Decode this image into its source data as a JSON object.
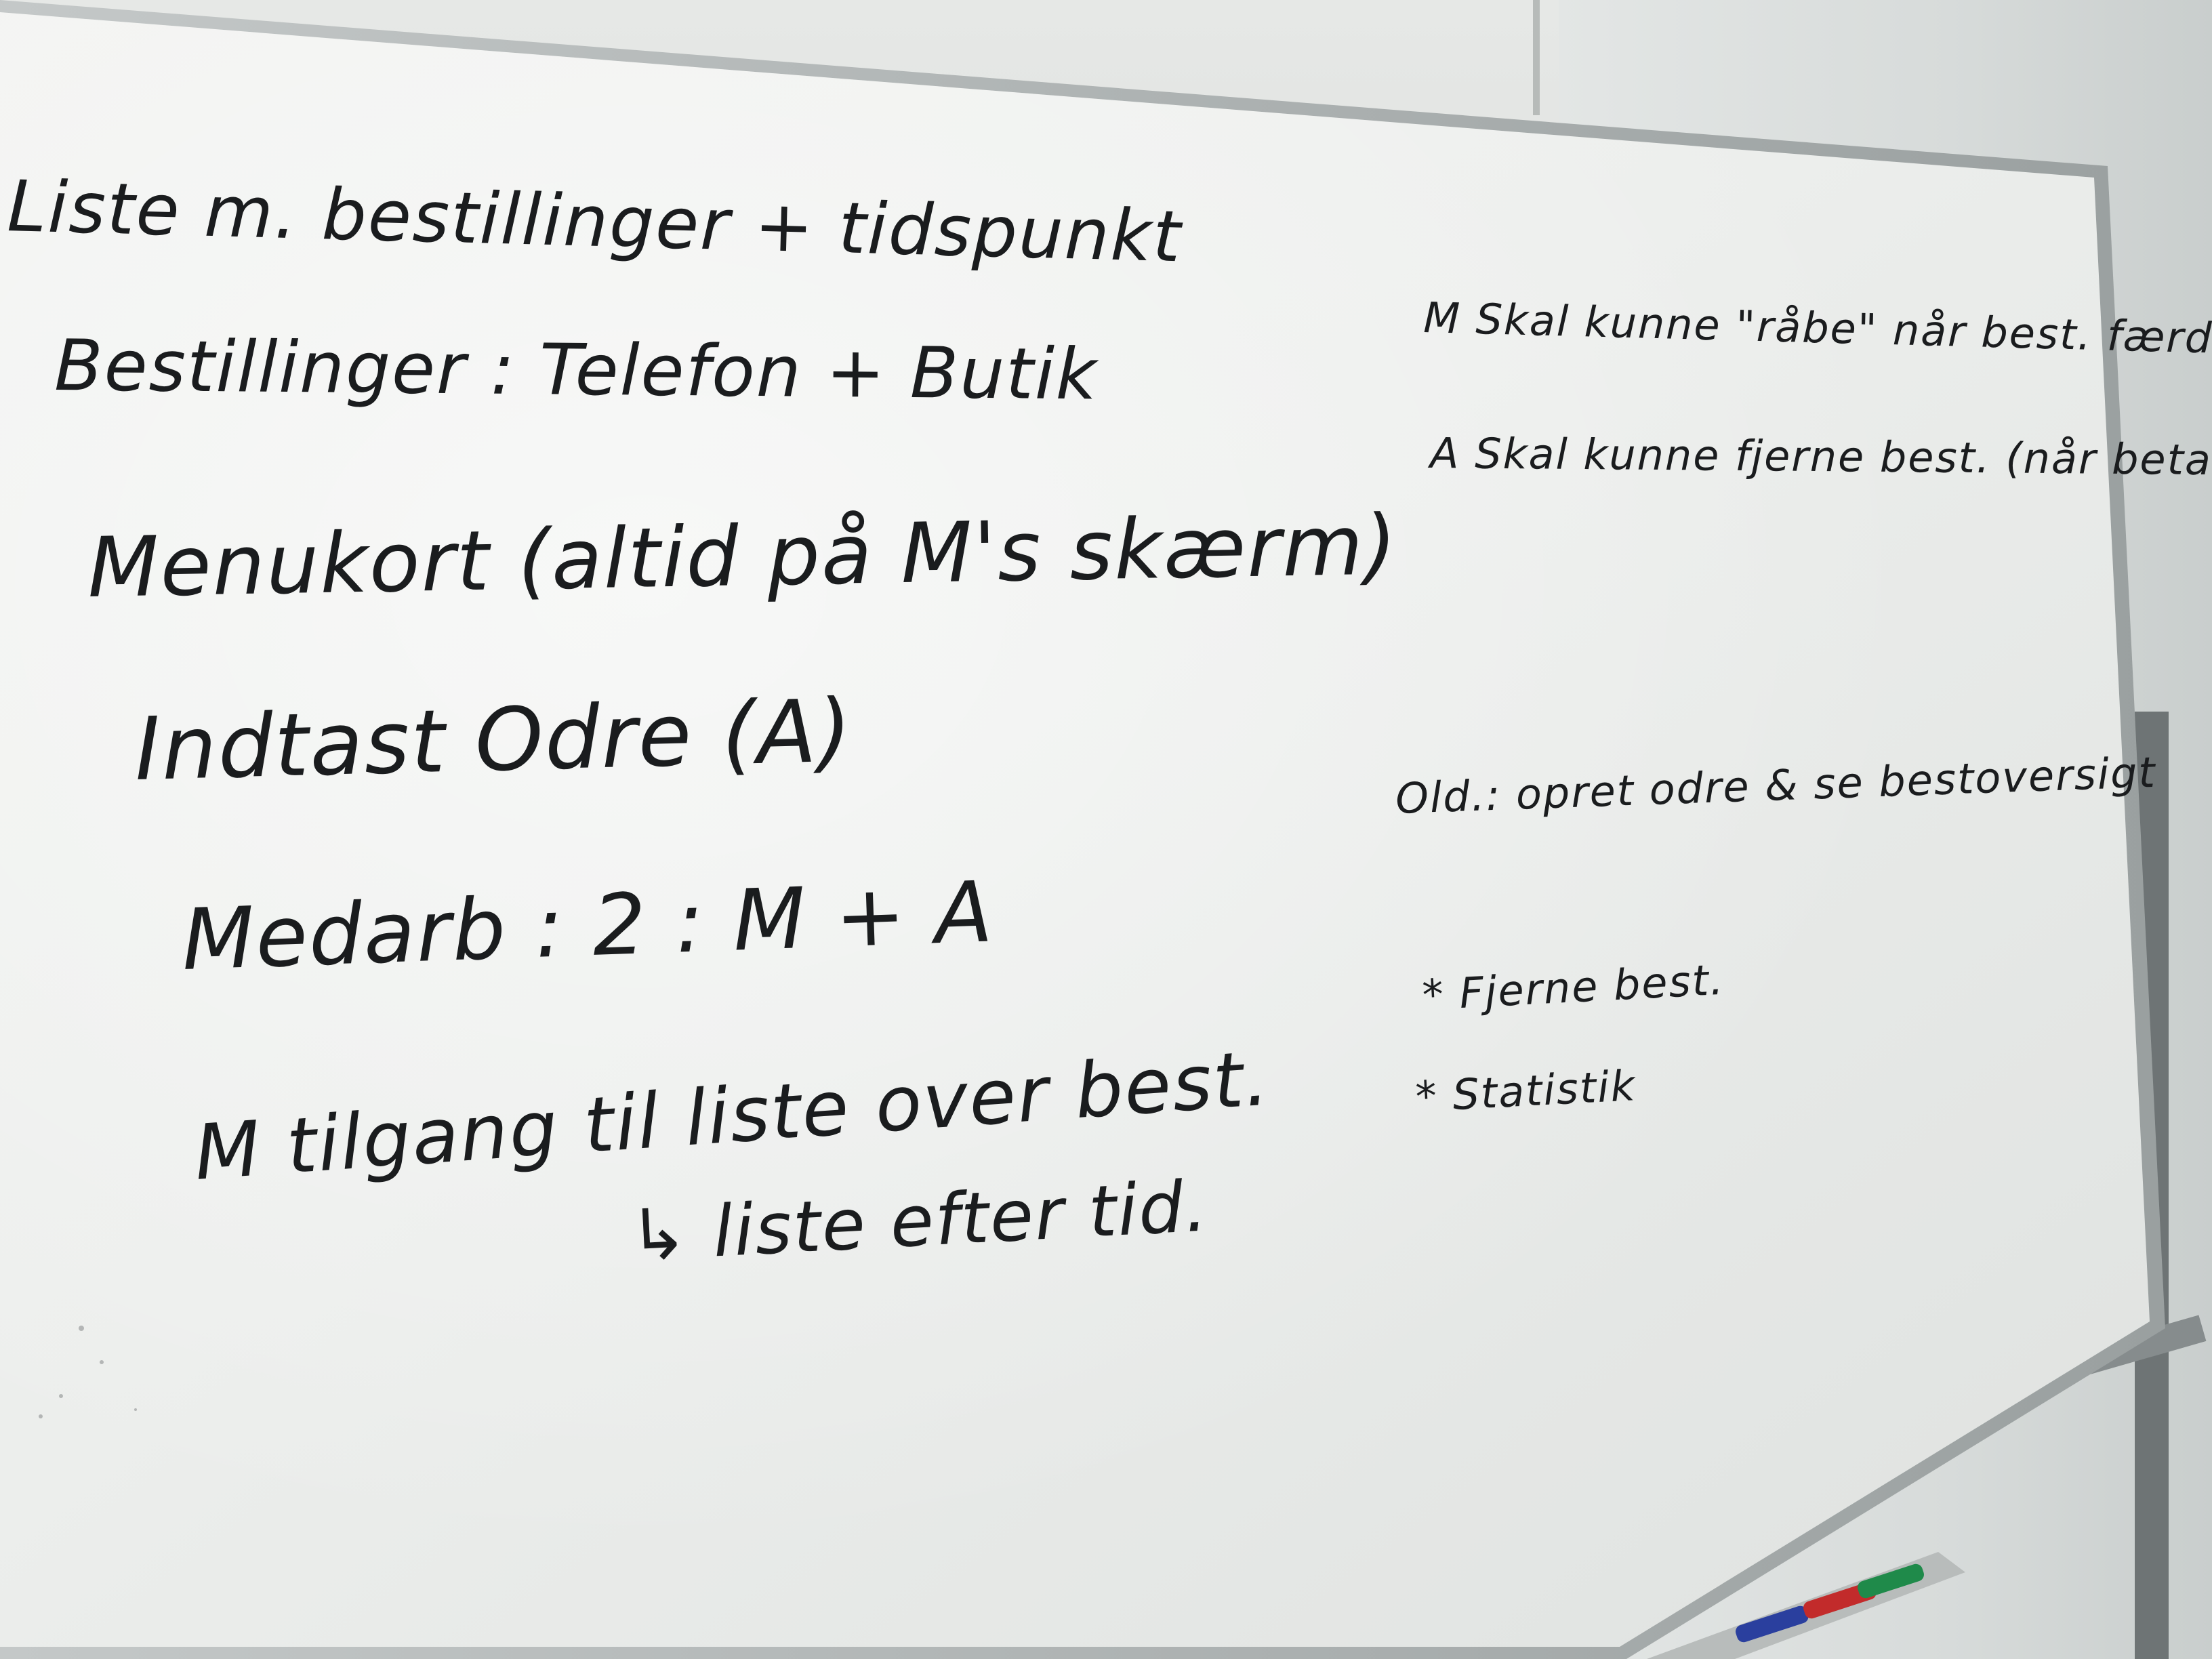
{
  "whiteboard": {
    "left_column": [
      {
        "id": "line1",
        "text": "Liste m. bestillinger + tidspunkt"
      },
      {
        "id": "line2",
        "text": "Bestillinger : Telefon + Butik"
      },
      {
        "id": "line3",
        "text": "Menukort (altid på M's skærm)"
      },
      {
        "id": "line4",
        "text": "Indtast Odre (A)"
      },
      {
        "id": "line5",
        "text": "Medarb : 2 : M + A"
      },
      {
        "id": "line6",
        "text": "M tilgang til liste over best."
      },
      {
        "id": "line7",
        "text": "↳ liste efter tid."
      }
    ],
    "right_column": [
      {
        "id": "r1",
        "text": "M Skal kunne \"råbe\" når best. færdig."
      },
      {
        "id": "r2",
        "text": "A Skal kunne fjerne best. (når betalt)"
      },
      {
        "id": "r3",
        "text": "Old.: opret odre & se bestoversigt"
      },
      {
        "id": "r4",
        "text": "* Fjerne best."
      },
      {
        "id": "r5",
        "text": "* Statistik"
      }
    ],
    "colors": {
      "ink": "#1a1c1e",
      "board": "#eceeec",
      "frame": "#a9aeae",
      "marker_blue": "#2a3f9e",
      "marker_red": "#c22b2b",
      "marker_green": "#1f8a4a"
    }
  }
}
